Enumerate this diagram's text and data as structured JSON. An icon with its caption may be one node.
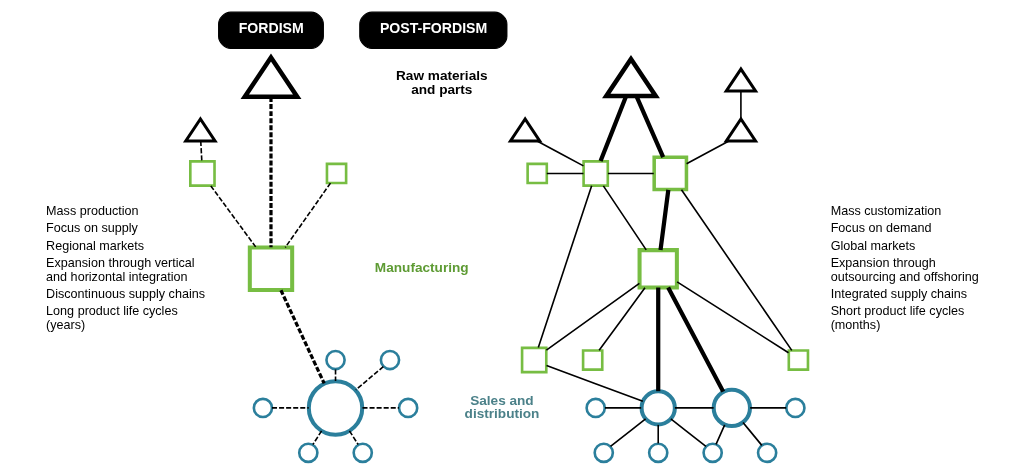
{
  "diagram": {
    "nodes": [
      {
        "text": [
          "FORDISM"
        ]
      },
      {
        "text": [
          "POST-FORDISM"
        ]
      },
      {
        "text": [],
        "shape": "triangle"
      },
      {
        "text": [],
        "shape": "triangle"
      },
      {
        "text": [],
        "shape": "square"
      },
      {
        "text": [],
        "shape": "square"
      },
      {
        "text": [],
        "shape": "square"
      },
      {
        "text": [],
        "shape": "circle"
      },
      {
        "text": [],
        "shape": "circle"
      },
      {
        "text": [],
        "shape": "circle"
      },
      {
        "text": [],
        "shape": "circle"
      },
      {
        "text": [],
        "shape": "circle"
      },
      {
        "text": [],
        "shape": "circle"
      },
      {
        "text": [],
        "shape": "circle"
      },
      {
        "text": [],
        "shape": "triangle"
      },
      {
        "text": [],
        "shape": "triangle"
      },
      {
        "text": [],
        "shape": "triangle"
      },
      {
        "text": [],
        "shape": "triangle"
      },
      {
        "text": [],
        "shape": "square"
      },
      {
        "text": [],
        "shape": "square"
      },
      {
        "text": [],
        "shape": "square"
      },
      {
        "text": [],
        "shape": "square"
      },
      {
        "text": [],
        "shape": "square"
      },
      {
        "text": [],
        "shape": "square"
      },
      {
        "text": [],
        "shape": "square"
      },
      {
        "text": [],
        "shape": "circle"
      },
      {
        "text": [],
        "shape": "circle"
      },
      {
        "text": [],
        "shape": "circle"
      },
      {
        "text": [],
        "shape": "circle"
      },
      {
        "text": [],
        "shape": "circle"
      },
      {
        "text": [],
        "shape": "circle"
      },
      {
        "text": [],
        "shape": "circle"
      },
      {
        "text": [],
        "shape": "circle"
      }
    ],
    "edges": [
      {
        "from": 2,
        "to": 4,
        "arrow": "none",
        "style": "dashed"
      },
      {
        "from": 3,
        "to": 5,
        "arrow": "none",
        "style": "dashed"
      },
      {
        "from": 4,
        "to": 5,
        "arrow": "none",
        "style": "dashed"
      },
      {
        "from": 6,
        "to": 5,
        "arrow": "none",
        "style": "dashed"
      },
      {
        "from": 5,
        "to": 7,
        "arrow": "none",
        "style": "dashed"
      },
      {
        "from": 8,
        "to": 7,
        "arrow": "none",
        "style": "dashed"
      },
      {
        "from": 9,
        "to": 7,
        "arrow": "none",
        "style": "dashed"
      },
      {
        "from": 10,
        "to": 7,
        "arrow": "none",
        "style": "dashed"
      },
      {
        "from": 7,
        "to": 11,
        "arrow": "none",
        "style": "dashed"
      },
      {
        "from": 7,
        "to": 12,
        "arrow": "none",
        "style": "dashed"
      },
      {
        "from": 7,
        "to": 13,
        "arrow": "none",
        "style": "dashed"
      },
      {
        "from": 16,
        "to": 17,
        "arrow": "none"
      },
      {
        "from": 17,
        "to": 23,
        "arrow": "none"
      },
      {
        "from": 14,
        "to": 20,
        "arrow": "none"
      },
      {
        "from": 15,
        "to": 20,
        "arrow": "none",
        "style": "thick"
      },
      {
        "from": 15,
        "to": 23,
        "arrow": "none",
        "style": "thick"
      },
      {
        "from": 18,
        "to": 20,
        "arrow": "none"
      },
      {
        "from": 20,
        "to": 23,
        "arrow": "none"
      },
      {
        "from": 20,
        "to": 21,
        "arrow": "none"
      },
      {
        "from": 23,
        "to": 21,
        "arrow": "none",
        "style": "thick"
      },
      {
        "from": 23,
        "to": 24,
        "arrow": "none"
      },
      {
        "from": 21,
        "to": 24,
        "arrow": "none"
      },
      {
        "from": 21,
        "to": 22,
        "arrow": "none"
      },
      {
        "from": 21,
        "to": 19,
        "arrow": "none"
      },
      {
        "from": 20,
        "to": 19,
        "arrow": "none"
      },
      {
        "from": 19,
        "to": 25,
        "arrow": "none"
      },
      {
        "from": 21,
        "to": 25,
        "arrow": "none",
        "style": "thick"
      },
      {
        "from": 21,
        "to": 26,
        "arrow": "none",
        "style": "thick"
      },
      {
        "from": 25,
        "to": 26,
        "arrow": "none"
      },
      {
        "from": 27,
        "to": 25,
        "arrow": "none"
      },
      {
        "from": 25,
        "to": 28,
        "arrow": "none"
      },
      {
        "from": 25,
        "to": 29,
        "arrow": "none"
      },
      {
        "from": 25,
        "to": 30,
        "arrow": "none"
      },
      {
        "from": 26,
        "to": 30,
        "arrow": "none"
      },
      {
        "from": 26,
        "to": 32,
        "arrow": "none"
      },
      {
        "from": 26,
        "to": 31,
        "arrow": "none"
      }
    ],
    "labels": [
      "Mass production",
      "Focus on supply",
      "Regional markets",
      "Expansion through vertical and horizontal integration",
      "Discontinuous supply chains",
      "Long product life cycles (years)",
      "Raw materials and parts",
      "Manufacturing",
      "Sales and distribution",
      "Mass customization",
      "Focus on demand",
      "Global markets",
      "Expansion through outsourcing and offshoring",
      "Integrated supply chains",
      "Short product life cycles (months)"
    ]
  }
}
